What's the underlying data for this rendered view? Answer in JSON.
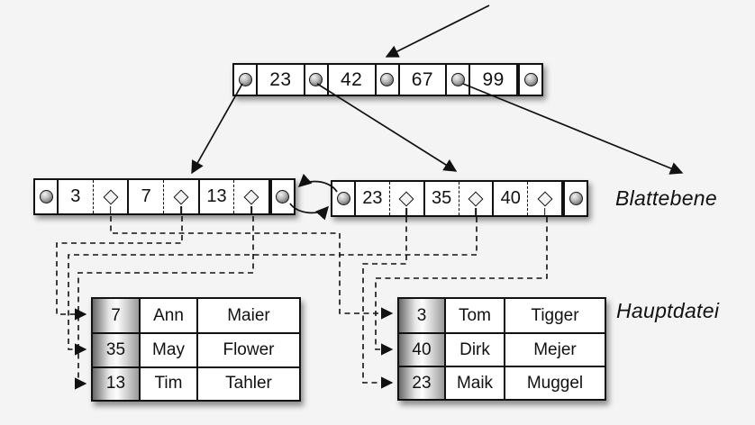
{
  "root_node": {
    "keys": [
      "23",
      "42",
      "67",
      "99"
    ]
  },
  "leaf_level": {
    "label": "Blattebene",
    "left_leaf": {
      "keys": [
        "3",
        "7",
        "13"
      ]
    },
    "right_leaf": {
      "keys": [
        "23",
        "35",
        "40"
      ]
    }
  },
  "main_file": {
    "label": "Hauptdatei",
    "left_table": {
      "rows": [
        [
          "7",
          "Ann",
          "Maier"
        ],
        [
          "35",
          "May",
          "Flower"
        ],
        [
          "13",
          "Tim",
          "Tahler"
        ]
      ]
    },
    "right_table": {
      "rows": [
        [
          "3",
          "Tom",
          "Tigger"
        ],
        [
          "40",
          "Dirk",
          "Mejer"
        ],
        [
          "23",
          "Maik",
          "Muggel"
        ]
      ]
    }
  },
  "icons": {
    "node_pointer": "sphere-circle",
    "record_pointer": "diamond",
    "links": "solid-arrows-tree, dashed-arrows-record-pointers, double-curved-sibling-arrows"
  },
  "colors": {
    "background": "#f4f4f4",
    "ink": "#111111",
    "box_fill": "#ffffff",
    "key_column_gradient_dark": "#696969",
    "key_column_gradient_light": "#fdfdfd"
  }
}
